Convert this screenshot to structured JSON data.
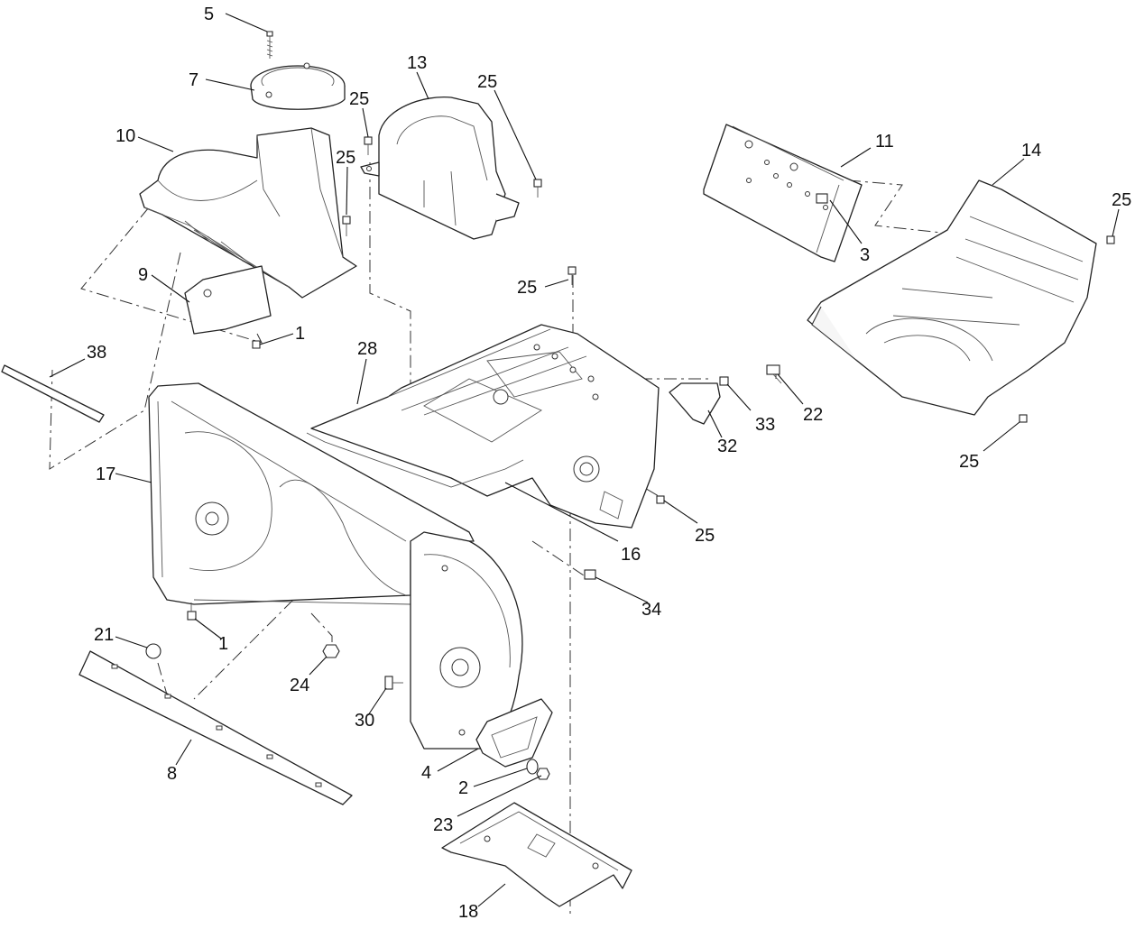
{
  "callouts": [
    {
      "id": "c5",
      "text": "5"
    },
    {
      "id": "c7",
      "text": "7"
    },
    {
      "id": "c10",
      "text": "10"
    },
    {
      "id": "c9",
      "text": "9"
    },
    {
      "id": "c1a",
      "text": "1"
    },
    {
      "id": "c13",
      "text": "13"
    },
    {
      "id": "c25a",
      "text": "25"
    },
    {
      "id": "c25b",
      "text": "25"
    },
    {
      "id": "c25c",
      "text": "25"
    },
    {
      "id": "c25d",
      "text": "25"
    },
    {
      "id": "c25e",
      "text": "25"
    },
    {
      "id": "c25f",
      "text": "25"
    },
    {
      "id": "c25g",
      "text": "25"
    },
    {
      "id": "c11",
      "text": "11"
    },
    {
      "id": "c3",
      "text": "3"
    },
    {
      "id": "c14",
      "text": "14"
    },
    {
      "id": "c38",
      "text": "38"
    },
    {
      "id": "c28",
      "text": "28"
    },
    {
      "id": "c17",
      "text": "17"
    },
    {
      "id": "c16",
      "text": "16"
    },
    {
      "id": "c32",
      "text": "32"
    },
    {
      "id": "c33",
      "text": "33"
    },
    {
      "id": "c22",
      "text": "22"
    },
    {
      "id": "c34",
      "text": "34"
    },
    {
      "id": "c21",
      "text": "21"
    },
    {
      "id": "c1b",
      "text": "1"
    },
    {
      "id": "c24",
      "text": "24"
    },
    {
      "id": "c30",
      "text": "30"
    },
    {
      "id": "c8",
      "text": "8"
    },
    {
      "id": "c4",
      "text": "4"
    },
    {
      "id": "c2",
      "text": "2"
    },
    {
      "id": "c23",
      "text": "23"
    },
    {
      "id": "c18",
      "text": "18"
    }
  ]
}
